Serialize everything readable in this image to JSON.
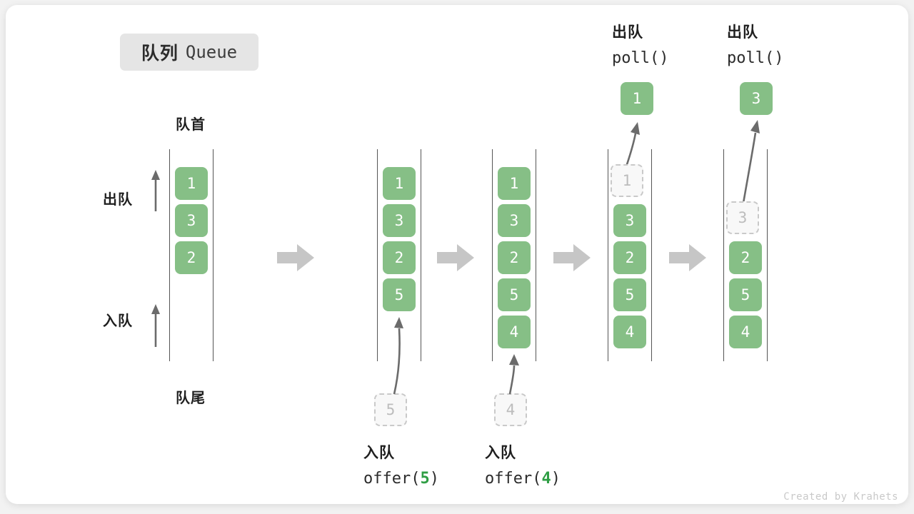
{
  "title": {
    "cn": "队列",
    "en": "Queue"
  },
  "labels": {
    "front": "队首",
    "rear": "队尾",
    "dequeue": "出队",
    "enqueue": "入队"
  },
  "colors": {
    "cell_fill": "#86bf86",
    "cell_text": "#ffffff",
    "ghost_fill": "#f8f8f8",
    "ghost_border": "#c9c9c9",
    "ghost_text": "#bcbcbc",
    "rail": "#555555",
    "flow_arrow": "#c6c6c6",
    "badge_bg": "#e5e5e5",
    "accent_green": "#2f9e44",
    "text": "#1f1f1f",
    "card_bg": "#ffffff",
    "page_bg": "#f2f2f2"
  },
  "stages": [
    {
      "id": "initial",
      "cells": [
        "1",
        "3",
        "2"
      ],
      "ghost_index": null,
      "popped": null,
      "pushed": null,
      "caption_cn": null,
      "caption_code": null
    },
    {
      "id": "offer-5",
      "cells": [
        "1",
        "3",
        "2",
        "5"
      ],
      "ghost_index": null,
      "popped": null,
      "pushed": "5",
      "caption_cn": "入队",
      "caption_code_prefix": "offer(",
      "caption_code_arg": "5",
      "caption_code_suffix": ")"
    },
    {
      "id": "offer-4",
      "cells": [
        "1",
        "3",
        "2",
        "5",
        "4"
      ],
      "ghost_index": null,
      "popped": null,
      "pushed": "4",
      "caption_cn": "入队",
      "caption_code_prefix": "offer(",
      "caption_code_arg": "4",
      "caption_code_suffix": ")"
    },
    {
      "id": "poll-1",
      "cells": [
        "1",
        "3",
        "2",
        "5",
        "4"
      ],
      "ghost_index": 0,
      "popped": "1",
      "pushed": null,
      "caption_cn": "出队",
      "caption_code": "poll()"
    },
    {
      "id": "poll-3",
      "cells": [
        "3",
        "2",
        "5",
        "4"
      ],
      "ghost_index": 0,
      "popped": "3",
      "pushed": null,
      "caption_cn": "出队",
      "caption_code": "poll()"
    }
  ],
  "credit": "Created by Krahets"
}
